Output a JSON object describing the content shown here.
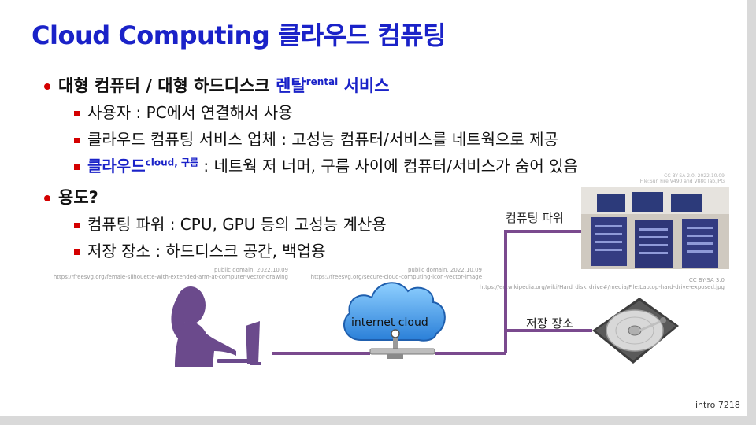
{
  "title": "Cloud Computing 클라우드 컴퓨팅",
  "bullets": {
    "b1": {
      "main": "대형 컴퓨터 / 대형 하드디스크",
      "highlight": "렌탈",
      "sup": "rental",
      "tail": "서비스"
    },
    "b1_subs": [
      "사용자 : PC에서 연결해서 사용",
      "클라우드 컴퓨팅 서비스 업체 : 고성능 컴퓨터/서비스를 네트웍으로 제공"
    ],
    "b1_sub3": {
      "highlight": "클라우드",
      "sup": "cloud, 구름",
      "tail": ": 네트웍 저 너머, 구름 사이에 컴퓨터/서비스가 숨어 있음"
    },
    "b2": "용도?",
    "b2_subs": [
      "컴퓨팅 파워 : CPU, GPU 등의 고성능 계산용",
      "저장 장소 : 하드디스크 공간, 백업용"
    ]
  },
  "credits": {
    "silhouette": {
      "license": "public domain, 2022.10.09",
      "url": "https://freesvg.org/female-silhouette-with-extended-arm-at-computer-vector-drawing"
    },
    "cloud": {
      "license": "public domain, 2022.10.09",
      "url": "https://freesvg.org/secure-cloud-computing-icon-vector-image"
    },
    "hdd": {
      "license": "CC BY-SA 3.0",
      "url": "https://en.wikipedia.org/wiki/Hard_disk_drive#/media/File:Laptop-hard-drive-exposed.jpg"
    },
    "server": {
      "license": "CC BY-SA 2.0, 2022.10.09",
      "url": "File:Sun Fire V490 and V880 lab.JPG"
    }
  },
  "diagram": {
    "cloud_label": "internet cloud",
    "computing_label": "컴퓨팅 파워",
    "storage_label": "저장 장소",
    "line_color": "#7a4a8e"
  },
  "slide_number": "intro  7218",
  "colors": {
    "title": "#1a22c8",
    "bullet": "#d40000",
    "silhouette": "#6b4a8c",
    "cloud": "#3a8ee0"
  }
}
